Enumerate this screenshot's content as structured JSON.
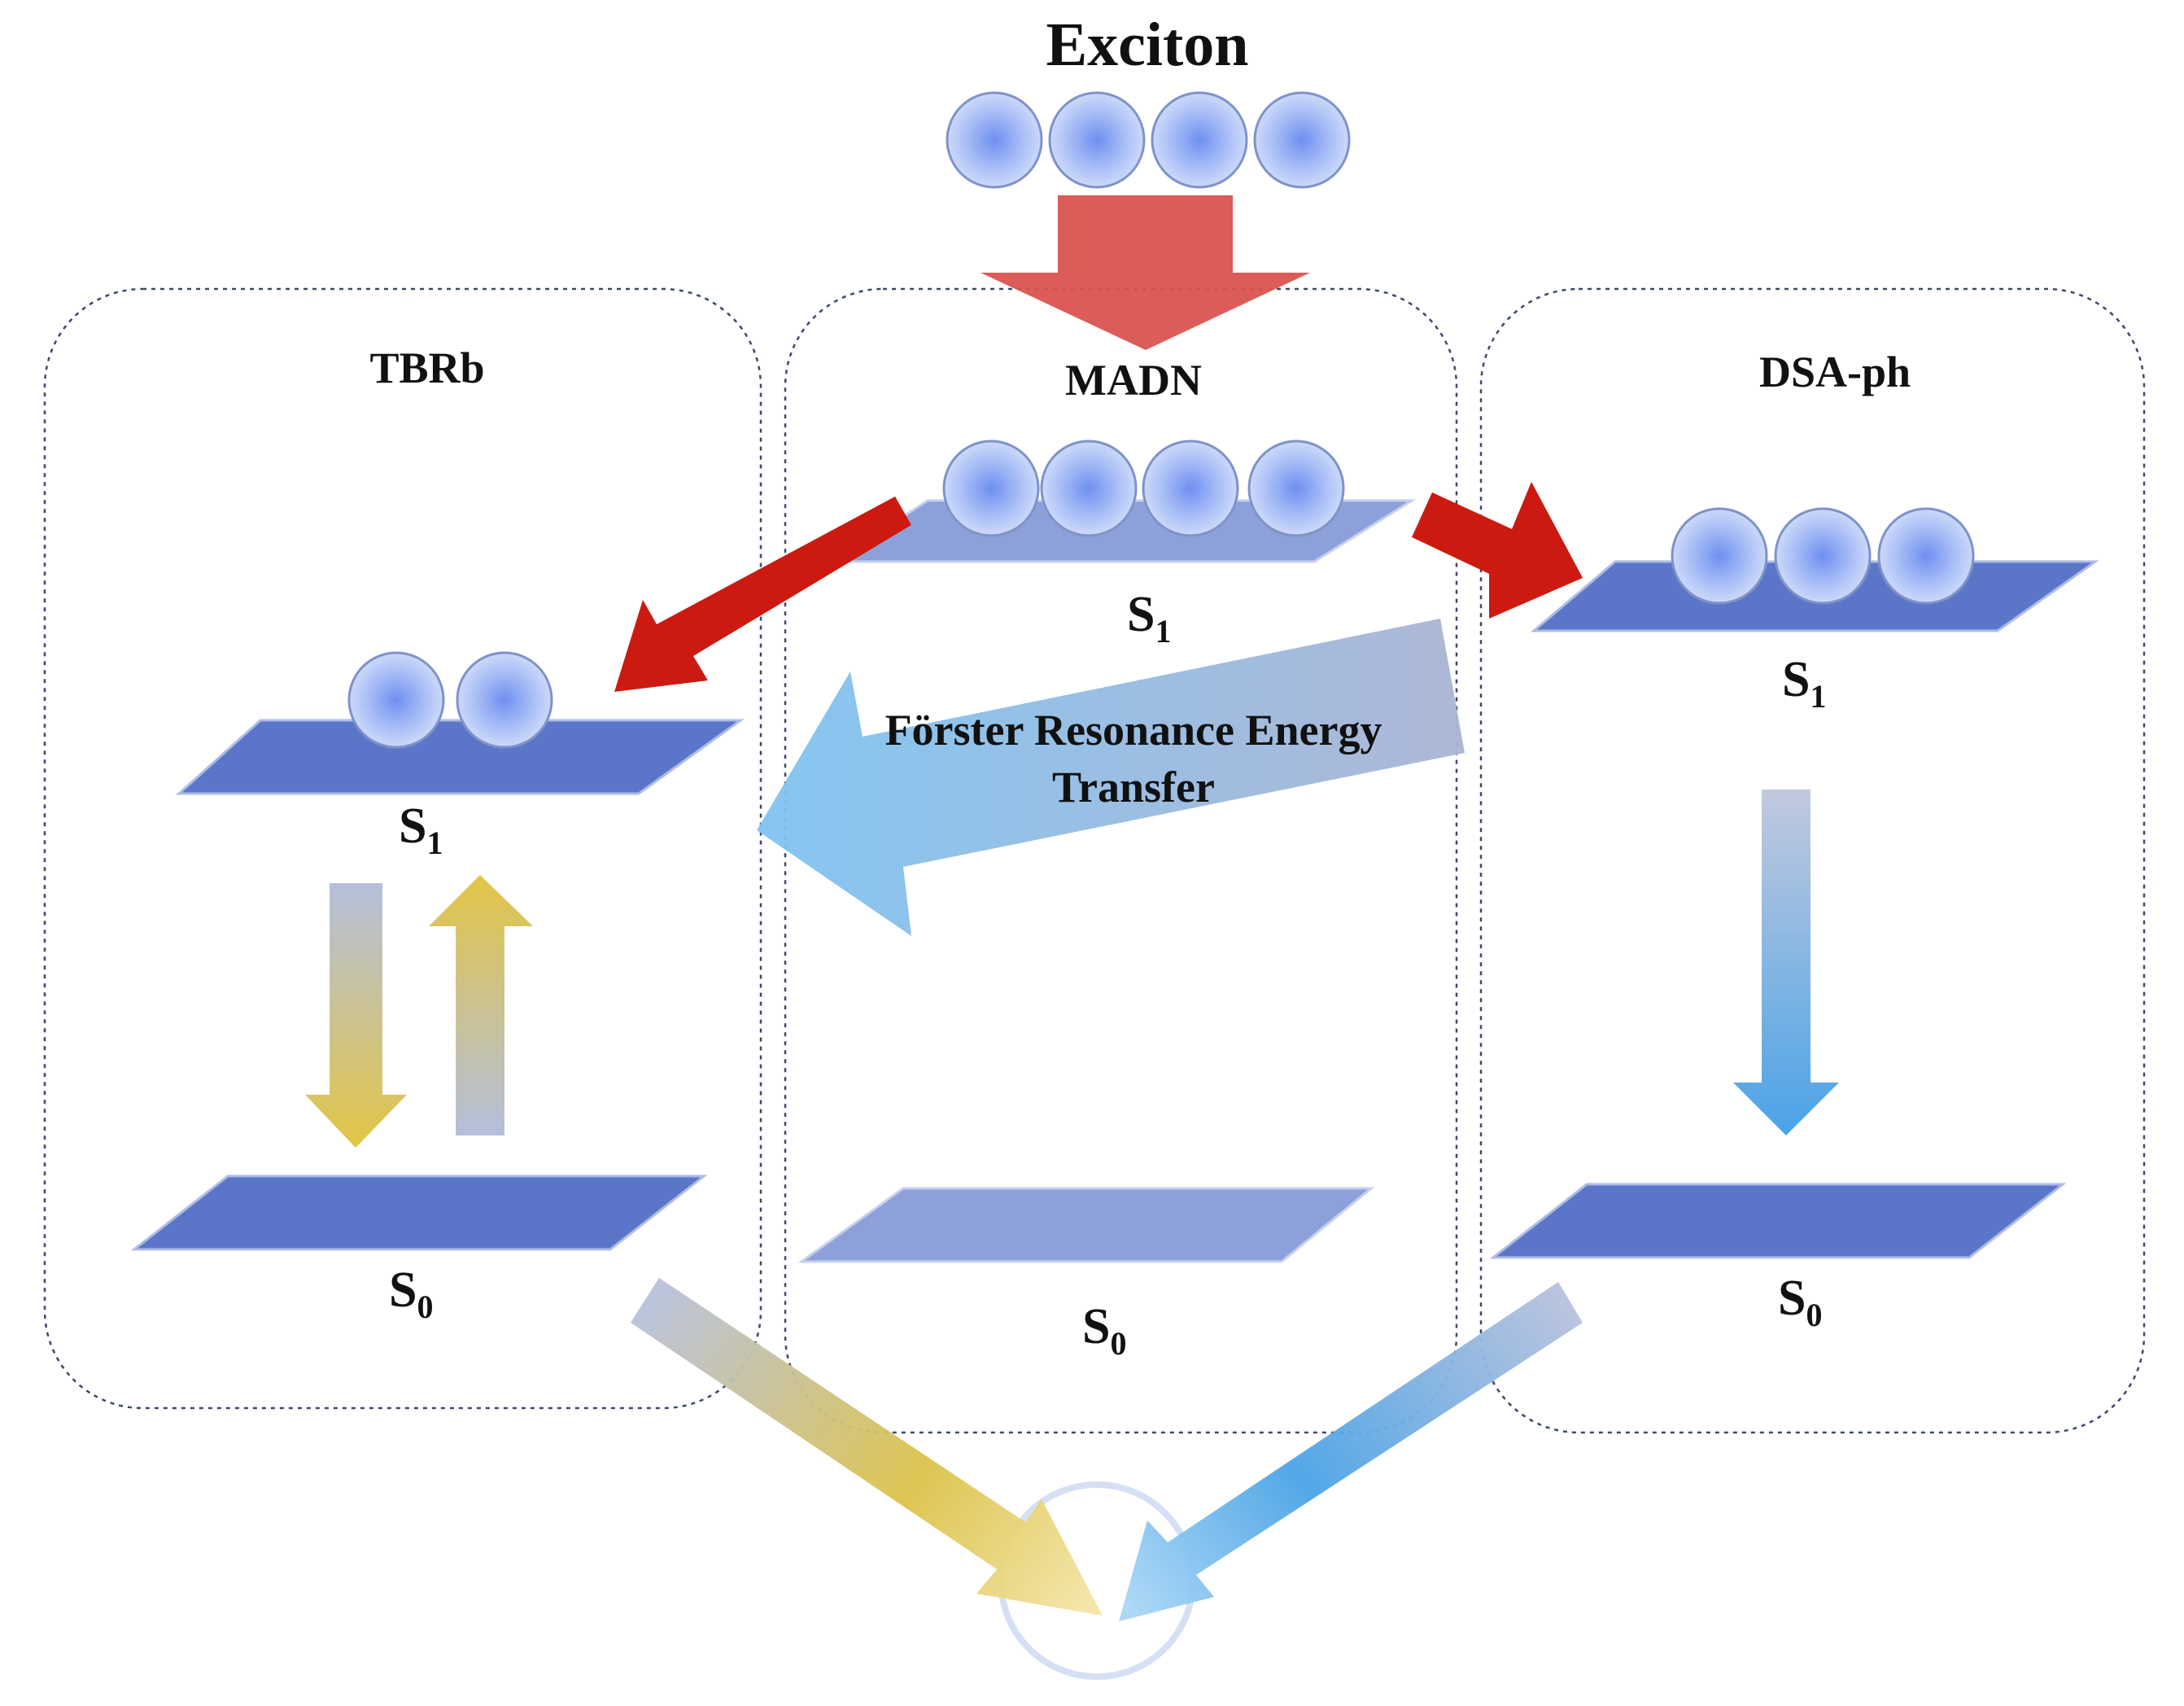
{
  "title": "Exciton",
  "panels": {
    "left": {
      "name": "TBRb",
      "upper_level": "S",
      "upper_sub": "1",
      "lower_level": "S",
      "lower_sub": "0"
    },
    "center": {
      "name": "MADN",
      "upper_level": "S",
      "upper_sub": "1",
      "lower_level": "S",
      "lower_sub": "0"
    },
    "right": {
      "name": "DSA-ph",
      "upper_level": "S",
      "upper_sub": "1",
      "lower_level": "S",
      "lower_sub": "0"
    }
  },
  "fret": {
    "line1": "Förster Resonance Energy",
    "line2": "Transfer"
  },
  "exciton_counts": {
    "input": 4,
    "madn": 4,
    "tbrb": 2,
    "dsa_ph": 3
  },
  "colors": {
    "exciton_arrow": "#d9534f",
    "transfer_arrow": "#cc1a10",
    "plate": "#5b76c9",
    "plate_light": "#8ea0da",
    "yellow": "#e3c545",
    "blue": "#4aa3e6",
    "gray_blue": "#b4bfdc",
    "frame": "#3b4a6b"
  }
}
